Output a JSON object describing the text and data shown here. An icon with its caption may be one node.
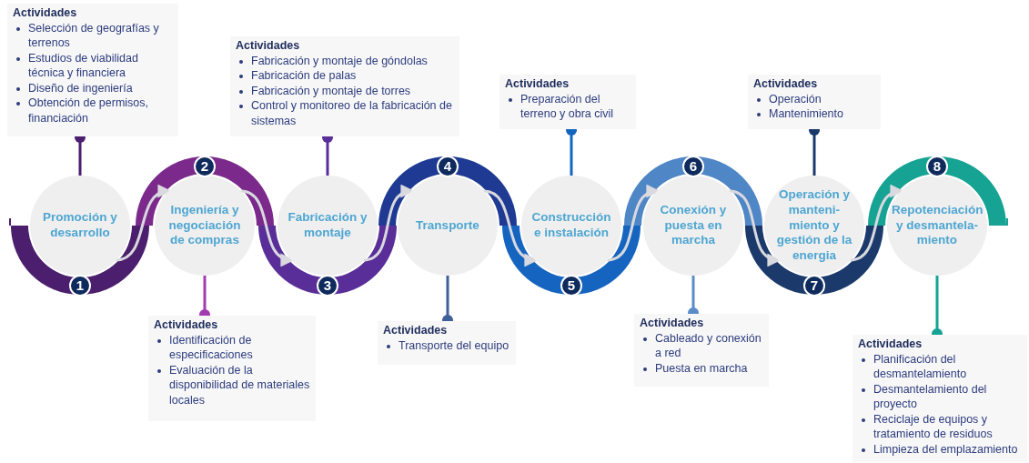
{
  "diagram": {
    "nodes": [
      {
        "text": [
          "Promoción y desarrollo"
        ],
        "beside": [
          "1"
        ]
      },
      {
        "text": [
          "Ingeniería y negociación de compras"
        ],
        "beside": [
          "2"
        ]
      },
      {
        "text": [
          "Fabricación y montaje"
        ],
        "beside": [
          "3"
        ]
      },
      {
        "text": [
          "Transporte"
        ],
        "beside": [
          "4"
        ]
      },
      {
        "text": [
          "Construcción e instalación"
        ],
        "beside": [
          "5"
        ]
      },
      {
        "text": [
          "Conexión y puesta en marcha"
        ],
        "beside": [
          "6"
        ]
      },
      {
        "text": [
          "Operación y manteni-miento y gestión de la energia"
        ],
        "beside": [
          "7"
        ]
      },
      {
        "text": [
          "Repotenciación y desmantela-miento"
        ],
        "beside": [
          "8"
        ]
      },
      {
        "text": [
          "Actividades",
          "Selección de geografías y terrenos",
          "Estudios de viabilidad técnica y financiera",
          "Diseño de ingeniería",
          "Obtención de permisos, financiación"
        ]
      },
      {
        "text": [
          "Actividades",
          "Identificación de especificaciones",
          "Evaluación de la disponibilidad de materiales locales"
        ]
      },
      {
        "text": [
          "Actividades",
          "Fabricación y montaje de góndolas",
          "Fabricación de palas",
          "Fabricación y montaje de torres",
          "Control y monitoreo de la fabricación de sistemas"
        ]
      },
      {
        "text": [
          "Actividades",
          "Transporte del equipo"
        ]
      },
      {
        "text": [
          "Actividades",
          "Preparación del terreno y obra civil"
        ]
      },
      {
        "text": [
          "Actividades",
          "Cableado y conexión a red",
          "Puesta en marcha"
        ]
      },
      {
        "text": [
          "Actividades",
          "Operación",
          "Mantenimiento"
        ]
      },
      {
        "text": [
          "Actividades",
          "Planificación del desmantelamiento",
          "Desmantelamiento del proyecto",
          "Reciclaje de equipos y tratamiento de residuos",
          "Limpieza del emplazamiento"
        ]
      }
    ],
    "edges": [
      {
        "from": 0,
        "to": 1,
        "arrow": "to"
      },
      {
        "from": 1,
        "to": 2,
        "arrow": "to"
      },
      {
        "from": 2,
        "to": 3,
        "arrow": "to"
      },
      {
        "from": 3,
        "to": 4,
        "arrow": "to"
      },
      {
        "from": 4,
        "to": 5,
        "arrow": "to"
      },
      {
        "from": 5,
        "to": 6,
        "arrow": "to"
      },
      {
        "from": 6,
        "to": 7,
        "arrow": "to"
      },
      {
        "from": 0,
        "to": 8,
        "arrow": "other",
        "color": "#4b1f6e"
      },
      {
        "from": 1,
        "to": 9,
        "arrow": "other",
        "color": "#a23bb0"
      },
      {
        "from": 2,
        "to": 10,
        "arrow": "other",
        "color": "#5a2e98"
      },
      {
        "from": 3,
        "to": 11,
        "arrow": "other",
        "color": "#3f5f9a"
      },
      {
        "from": 4,
        "to": 12,
        "arrow": "other",
        "color": "#1565c0"
      },
      {
        "from": 5,
        "to": 13,
        "arrow": "other",
        "color": "#5b8cc8"
      },
      {
        "from": 6,
        "to": 14,
        "arrow": "other",
        "color": "#1b3a6b"
      },
      {
        "from": 7,
        "to": 15,
        "arrow": "other",
        "color": "#16a394"
      }
    ]
  }
}
